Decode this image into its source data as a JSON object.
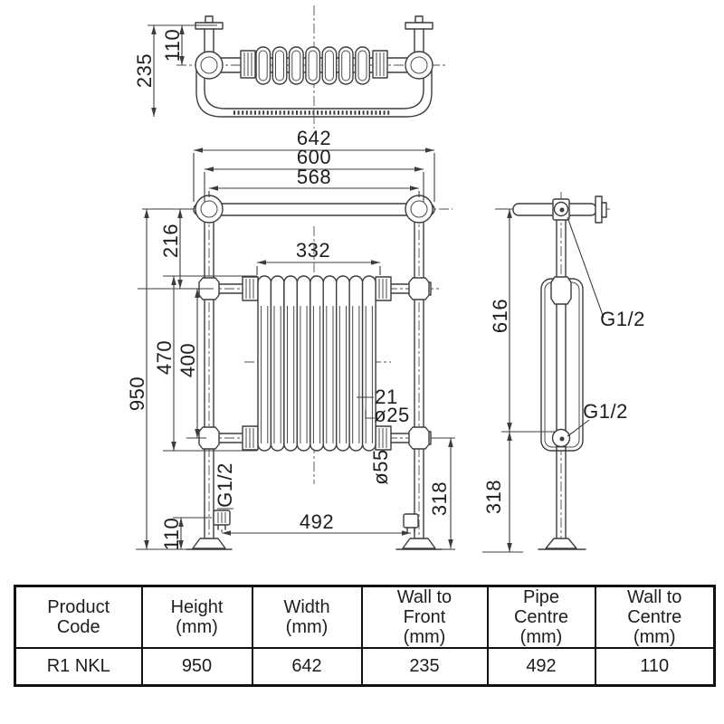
{
  "colors": {
    "line": "#3c3c3c",
    "text": "#1e1e1e",
    "table_border": "#121212",
    "background": "#ffffff"
  },
  "views": {
    "top": {
      "dims": {
        "wall_to_front": "235",
        "wall_to_rail_centre": "110"
      }
    },
    "front": {
      "dims": {
        "overall_width": "642",
        "rail_width": "600",
        "post_centres": "568",
        "top_rail_to_upper_rail": "216",
        "radiator_width": "332",
        "radiator_height": "470",
        "rail_spacing": "400",
        "overall_height": "950",
        "column_gap": "21",
        "column_diameter": "ø25",
        "union_diameter": "ø55",
        "valve_thread": "G1/2",
        "valve_to_floor": "110",
        "pipe_centres": "492",
        "lower_rail_to_floor": "318"
      }
    },
    "side": {
      "dims": {
        "rail_to_lower_union": "616",
        "upper_thread": "G1/2",
        "lower_thread": "G1/2",
        "lower_union_to_floor": "318"
      }
    }
  },
  "table": {
    "headers": [
      [
        "Product",
        "Code"
      ],
      [
        "Height",
        "(mm)"
      ],
      [
        "Width",
        "(mm)"
      ],
      [
        "Wall to",
        "Front",
        "(mm)"
      ],
      [
        "Pipe",
        "Centre",
        "(mm)"
      ],
      [
        "Wall to",
        "Centre",
        "(mm)"
      ]
    ],
    "row": [
      "R1 NKL",
      "950",
      "642",
      "235",
      "492",
      "110"
    ]
  }
}
